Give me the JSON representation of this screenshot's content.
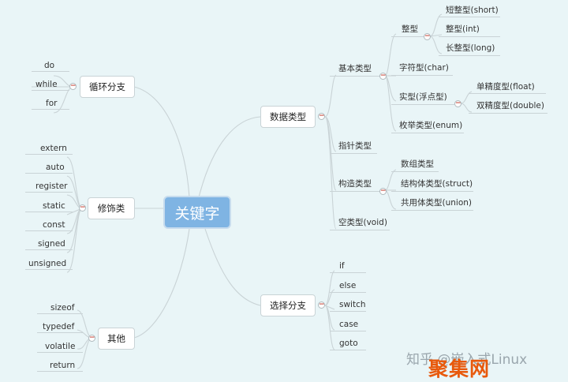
{
  "central": "关键字",
  "branches": {
    "loop": {
      "label": "循环分支",
      "items": [
        "do",
        "while",
        "for"
      ]
    },
    "modifier": {
      "label": "修饰类",
      "items": [
        "extern",
        "auto",
        "register",
        "static",
        "const",
        "signed",
        "unsigned"
      ]
    },
    "other": {
      "label": "其他",
      "items": [
        "sizeof",
        "typedef",
        "volatile",
        "return"
      ]
    },
    "data_types": {
      "label": "数据类型",
      "basic": {
        "label": "基本类型",
        "integer": {
          "label": "整型",
          "items": [
            "短整型(short)",
            "整型(int)",
            "长整型(long)"
          ]
        },
        "char": "字符型(char)",
        "real": {
          "label": "实型(浮点型)",
          "items": [
            "单精度型(float)",
            "双精度型(double)"
          ]
        },
        "enum": "枚举类型(enum)"
      },
      "pointer": "指针类型",
      "constructed": {
        "label": "构造类型",
        "items": [
          "数组类型",
          "结构体类型(struct)",
          "共用体类型(union)"
        ]
      },
      "void": "空类型(void)"
    },
    "select": {
      "label": "选择分支",
      "items": [
        "if",
        "else",
        "switch",
        "case",
        "goto"
      ]
    }
  },
  "watermark": {
    "text": "知乎 @嵌入式Linux",
    "overlay": "聚集网"
  },
  "colors": {
    "central_fill": "#7fb4e3",
    "link": "#c9d3d6",
    "toggle": "#c74a3c",
    "background": "#e9f5f7"
  },
  "icons": {
    "collapse_toggle": "minus-circle-icon"
  }
}
